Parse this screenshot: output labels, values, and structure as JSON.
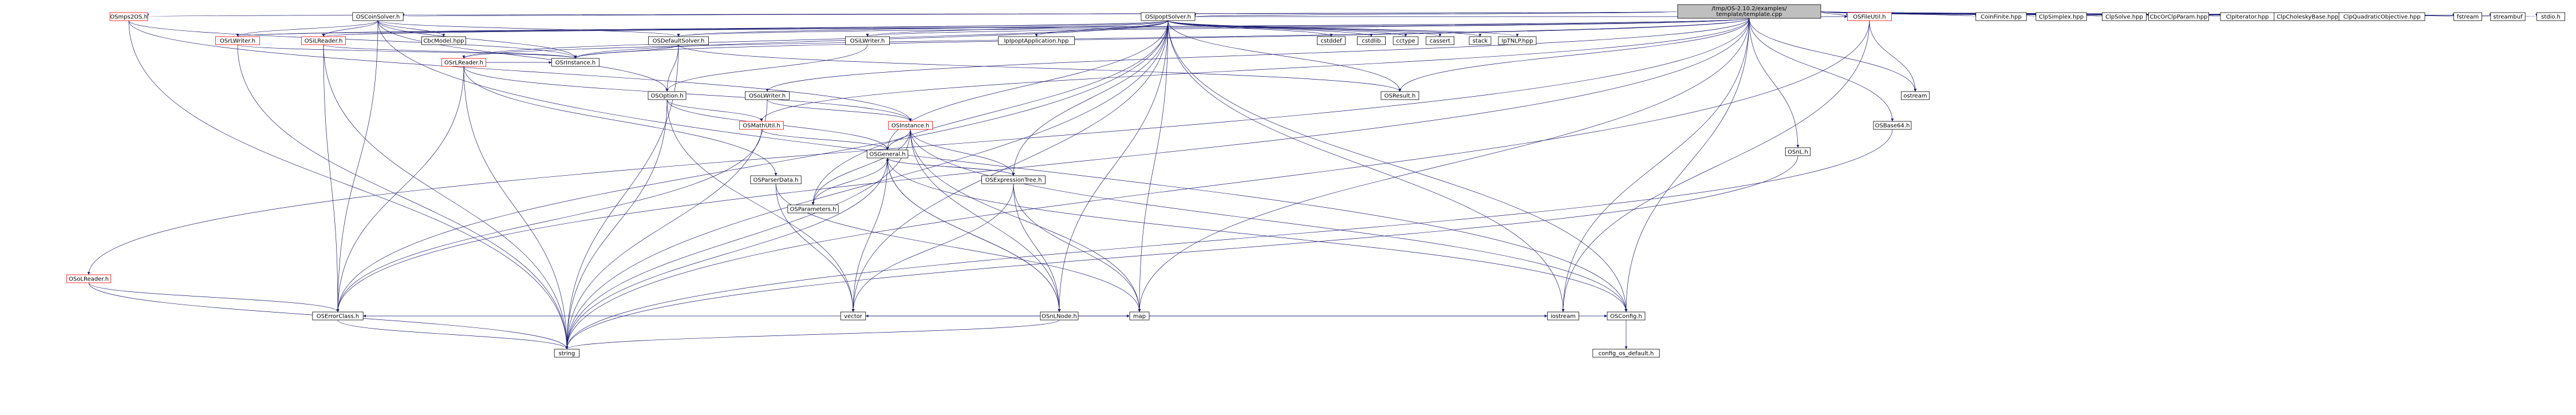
{
  "graph": {
    "colors": {
      "root_fill": "#bfbfbf",
      "red_border": "#ff0000",
      "black_border": "#000000",
      "edge": "#191970"
    },
    "nodes": [
      {
        "id": "root",
        "label": "/tmp/OS-2.10.2/examples/template/template.cpp",
        "style": "root"
      },
      {
        "id": "osmps2os",
        "label": "OSmps2OS.h",
        "style": "red"
      },
      {
        "id": "osconsolver",
        "label": "OSCoinSolver.h",
        "style": "plain"
      },
      {
        "id": "osipoptsolver",
        "label": "OSIpoptSolver.h",
        "style": "plain"
      },
      {
        "id": "osfileutil",
        "label": "OSFileUtil.h",
        "style": "red"
      },
      {
        "id": "coinfinite",
        "label": "CoinFinite.hpp",
        "style": "plain"
      },
      {
        "id": "clpsimplex",
        "label": "ClpSimplex.hpp",
        "style": "plain"
      },
      {
        "id": "clpsolve",
        "label": "ClpSolve.hpp",
        "style": "plain"
      },
      {
        "id": "cbcorclpparam",
        "label": "CbcOrClpParam.hpp",
        "style": "plain"
      },
      {
        "id": "clpiterator",
        "label": "ClpIterator.hpp",
        "style": "plain"
      },
      {
        "id": "clpcholesky",
        "label": "ClpCholeskyBase.hpp",
        "style": "plain"
      },
      {
        "id": "clpquadratic",
        "label": "ClpQuadraticObjective.hpp",
        "style": "plain"
      },
      {
        "id": "fstream",
        "label": "fstream",
        "style": "plain"
      },
      {
        "id": "streambuf",
        "label": "streambuf",
        "style": "plain"
      },
      {
        "id": "stdioh",
        "label": "stdio.h",
        "style": "plain"
      },
      {
        "id": "osrlwriter",
        "label": "OSrLWriter.h",
        "style": "red"
      },
      {
        "id": "osilreader",
        "label": "OSiLReader.h",
        "style": "red"
      },
      {
        "id": "cbcmodel",
        "label": "CbcModel.hpp",
        "style": "plain"
      },
      {
        "id": "osdefaultsolver",
        "label": "OSDefaultSolver.h",
        "style": "plain"
      },
      {
        "id": "osilwriter",
        "label": "OSiLWriter.h",
        "style": "plain"
      },
      {
        "id": "ipoptapp",
        "label": "IpIpoptApplication.hpp",
        "style": "plain"
      },
      {
        "id": "cstddef",
        "label": "cstddef",
        "style": "plain"
      },
      {
        "id": "cstdlib",
        "label": "cstdlib",
        "style": "plain"
      },
      {
        "id": "cctype",
        "label": "cctype",
        "style": "plain"
      },
      {
        "id": "cassert",
        "label": "cassert",
        "style": "plain"
      },
      {
        "id": "stack",
        "label": "stack",
        "style": "plain"
      },
      {
        "id": "iptnlp",
        "label": "IpTNLP.hpp",
        "style": "plain"
      },
      {
        "id": "osrlreader",
        "label": "OSrLReader.h",
        "style": "red"
      },
      {
        "id": "osrinstance",
        "label": "OSrInstance.h",
        "style": "plain"
      },
      {
        "id": "osoption",
        "label": "OSOption.h",
        "style": "plain"
      },
      {
        "id": "osolwriter",
        "label": "OSoLWriter.h",
        "style": "plain"
      },
      {
        "id": "osresult",
        "label": "OSResult.h",
        "style": "plain"
      },
      {
        "id": "osbase64",
        "label": "OSBase64.h",
        "style": "plain"
      },
      {
        "id": "ostream",
        "label": "ostream",
        "style": "plain"
      },
      {
        "id": "osmathutil",
        "label": "OSMathUtil.h",
        "style": "red"
      },
      {
        "id": "osinstance",
        "label": "OSInstance.h",
        "style": "red"
      },
      {
        "id": "osgeneral",
        "label": "OSGeneral.h",
        "style": "plain"
      },
      {
        "id": "osnl",
        "label": "OSnL.h",
        "style": "plain"
      },
      {
        "id": "osparserdata",
        "label": "OSParserData.h",
        "style": "plain"
      },
      {
        "id": "osparameters",
        "label": "OSParameters.h",
        "style": "plain"
      },
      {
        "id": "osexprtree",
        "label": "OSExpressionTree.h",
        "style": "plain"
      },
      {
        "id": "osolreader",
        "label": "OSoLReader.h",
        "style": "red"
      },
      {
        "id": "oserrorclass",
        "label": "OSErrorClass.h",
        "style": "plain"
      },
      {
        "id": "ossilnode",
        "label": "OSnLNode.h",
        "style": "plain"
      },
      {
        "id": "osconfig",
        "label": "OSConfig.h",
        "style": "plain"
      },
      {
        "id": "iostream",
        "label": "iostream",
        "style": "plain"
      },
      {
        "id": "vector",
        "label": "vector",
        "style": "plain"
      },
      {
        "id": "map",
        "label": "map",
        "style": "plain"
      },
      {
        "id": "string",
        "label": "string",
        "style": "plain"
      },
      {
        "id": "configdefault",
        "label": "config_os_default.h",
        "style": "plain"
      }
    ],
    "edges": [
      [
        "root",
        "osmps2os"
      ],
      [
        "root",
        "osconsolver"
      ],
      [
        "root",
        "osipoptsolver"
      ],
      [
        "root",
        "osfileutil"
      ],
      [
        "root",
        "coinfinite"
      ],
      [
        "root",
        "clpsimplex"
      ],
      [
        "root",
        "clpsolve"
      ],
      [
        "root",
        "cbcorclpparam"
      ],
      [
        "root",
        "clpiterator"
      ],
      [
        "root",
        "clpcholesky"
      ],
      [
        "root",
        "clpquadratic"
      ],
      [
        "root",
        "fstream"
      ],
      [
        "root",
        "streambuf"
      ],
      [
        "root",
        "stdioh"
      ],
      [
        "root",
        "osrlwriter"
      ],
      [
        "root",
        "osilreader"
      ],
      [
        "root",
        "osdefaultsolver"
      ],
      [
        "root",
        "osilwriter"
      ],
      [
        "root",
        "osolwriter"
      ],
      [
        "root",
        "osrlreader"
      ],
      [
        "root",
        "osresult"
      ],
      [
        "root",
        "osbase64"
      ],
      [
        "root",
        "ostream"
      ],
      [
        "root",
        "osnl"
      ],
      [
        "root",
        "osconfig"
      ],
      [
        "root",
        "iostream"
      ],
      [
        "root",
        "map"
      ],
      [
        "root",
        "osolreader"
      ],
      [
        "root",
        "osmathutil"
      ],
      [
        "root",
        "oserrorclass"
      ],
      [
        "root",
        "osrinstance"
      ],
      [
        "osmps2os",
        "osrinstance"
      ],
      [
        "osmps2os",
        "osinstance"
      ],
      [
        "osmps2os",
        "string"
      ],
      [
        "osconsolver",
        "osrlwriter"
      ],
      [
        "osconsolver",
        "osilreader"
      ],
      [
        "osconsolver",
        "cbcmodel"
      ],
      [
        "osconsolver",
        "osdefaultsolver"
      ],
      [
        "osconsolver",
        "osrinstance"
      ],
      [
        "osconsolver",
        "osoption"
      ],
      [
        "osconsolver",
        "oserrorclass"
      ],
      [
        "osconsolver",
        "osconfig"
      ],
      [
        "osipoptsolver",
        "osrlwriter"
      ],
      [
        "osipoptsolver",
        "osilreader"
      ],
      [
        "osipoptsolver",
        "osdefaultsolver"
      ],
      [
        "osipoptsolver",
        "osilwriter"
      ],
      [
        "osipoptsolver",
        "ipoptapp"
      ],
      [
        "osipoptsolver",
        "cstddef"
      ],
      [
        "osipoptsolver",
        "cstdlib"
      ],
      [
        "osipoptsolver",
        "cctype"
      ],
      [
        "osipoptsolver",
        "cassert"
      ],
      [
        "osipoptsolver",
        "stack"
      ],
      [
        "osipoptsolver",
        "iptnlp"
      ],
      [
        "osipoptsolver",
        "osrlreader"
      ],
      [
        "osipoptsolver",
        "osrinstance"
      ],
      [
        "osipoptsolver",
        "osresult"
      ],
      [
        "osipoptsolver",
        "osgeneral"
      ],
      [
        "osipoptsolver",
        "osparameters"
      ],
      [
        "osipoptsolver",
        "osexprtree"
      ],
      [
        "osipoptsolver",
        "ossilnode"
      ],
      [
        "osipoptsolver",
        "osconfig"
      ],
      [
        "osipoptsolver",
        "iostream"
      ],
      [
        "osipoptsolver",
        "vector"
      ],
      [
        "osipoptsolver",
        "map"
      ],
      [
        "osipoptsolver",
        "string"
      ],
      [
        "osipoptsolver",
        "oserrorclass"
      ],
      [
        "osipoptsolver",
        "osfileutil"
      ],
      [
        "osfileutil",
        "ostream"
      ],
      [
        "osfileutil",
        "iostream"
      ],
      [
        "osfileutil",
        "string"
      ],
      [
        "osrlwriter",
        "osrinstance"
      ],
      [
        "osrlwriter",
        "string"
      ],
      [
        "osilreader",
        "osrinstance"
      ],
      [
        "osilreader",
        "oserrorclass"
      ],
      [
        "osilreader",
        "string"
      ],
      [
        "osdefaultsolver",
        "osrinstance"
      ],
      [
        "osdefaultsolver",
        "osoption"
      ],
      [
        "osdefaultsolver",
        "osresult"
      ],
      [
        "osdefaultsolver",
        "string"
      ],
      [
        "osilwriter",
        "osoption"
      ],
      [
        "osrlreader",
        "osrinstance"
      ],
      [
        "osrlreader",
        "osinstance"
      ],
      [
        "osrlreader",
        "osparserdata"
      ],
      [
        "osrlreader",
        "oserrorclass"
      ],
      [
        "osrlreader",
        "string"
      ],
      [
        "osoption",
        "osmathutil"
      ],
      [
        "osoption",
        "osgeneral"
      ],
      [
        "osoption",
        "vector"
      ],
      [
        "osoption",
        "string"
      ],
      [
        "osolwriter",
        "osinstance"
      ],
      [
        "osolwriter",
        "string"
      ],
      [
        "osbase64",
        "string"
      ],
      [
        "osmathutil",
        "osgeneral"
      ],
      [
        "osmathutil",
        "oserrorclass"
      ],
      [
        "osinstance",
        "osgeneral"
      ],
      [
        "osinstance",
        "osparameters"
      ],
      [
        "osinstance",
        "osexprtree"
      ],
      [
        "osinstance",
        "ossilnode"
      ],
      [
        "osinstance",
        "map"
      ],
      [
        "osinstance",
        "string"
      ],
      [
        "osinstance",
        "osconfig"
      ],
      [
        "osgeneral",
        "osparameters"
      ],
      [
        "osgeneral",
        "osexprtree"
      ],
      [
        "osgeneral",
        "ossilnode"
      ],
      [
        "osgeneral",
        "osconfig"
      ],
      [
        "osgeneral",
        "vector"
      ],
      [
        "osgeneral",
        "string"
      ],
      [
        "osparserdata",
        "vector"
      ],
      [
        "osparserdata",
        "map"
      ],
      [
        "osexprtree",
        "osgeneral"
      ],
      [
        "osexprtree",
        "ossilnode"
      ],
      [
        "osexprtree",
        "vector"
      ],
      [
        "osexprtree",
        "map"
      ],
      [
        "ossilnode",
        "osgeneral"
      ],
      [
        "ossilnode",
        "oserrorclass"
      ],
      [
        "ossilnode",
        "osconfig"
      ],
      [
        "ossilnode",
        "iostream"
      ],
      [
        "ossilnode",
        "vector"
      ],
      [
        "ossilnode",
        "map"
      ],
      [
        "ossilnode",
        "string"
      ],
      [
        "osolreader",
        "oserrorclass"
      ],
      [
        "osolreader",
        "string"
      ],
      [
        "oserrorclass",
        "string"
      ],
      [
        "osnl",
        "string"
      ],
      [
        "osconfig",
        "configdefault"
      ]
    ]
  }
}
